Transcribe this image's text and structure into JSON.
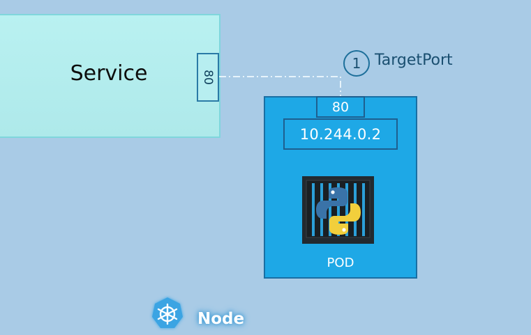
{
  "service": {
    "label": "Service",
    "port": "80"
  },
  "annotation": {
    "number": "1",
    "label": "TargetPort"
  },
  "pod": {
    "port": "80",
    "ip": "10.244.0.2",
    "label": "POD",
    "image_icon": "python-container-icon"
  },
  "node": {
    "label": "Node",
    "icon": "kubernetes-helm-icon"
  },
  "colors": {
    "background": "#a9cbe6",
    "service_fill": "#b9f1f1",
    "pod_fill": "#1ea8e6",
    "accent_dark": "#1a6fa3"
  }
}
